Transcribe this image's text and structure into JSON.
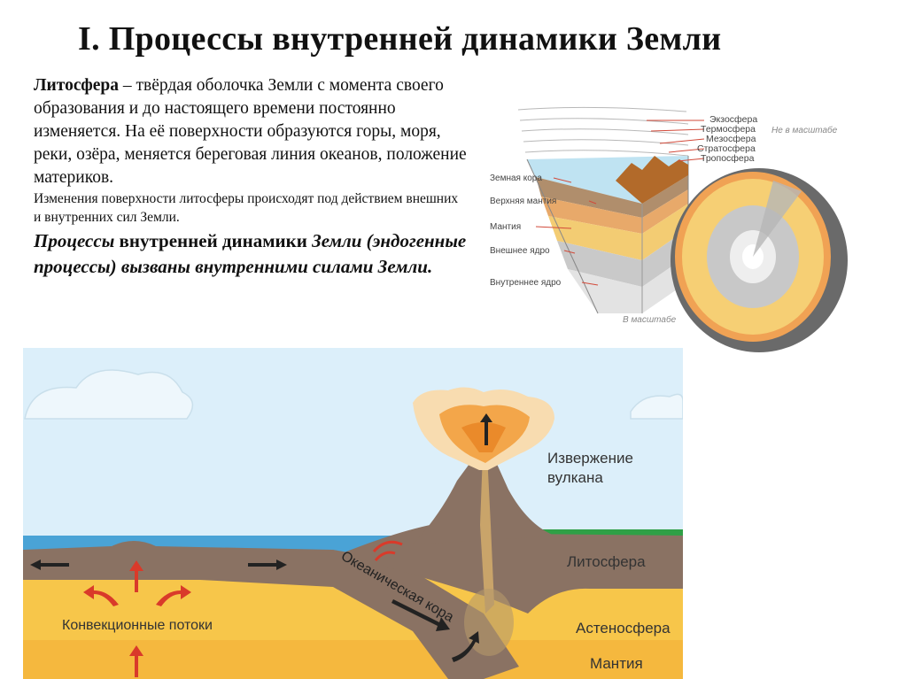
{
  "slide": {
    "title": "I. Процессы внутренней динамики Земли"
  },
  "text": {
    "para1_term": "Литосфера",
    "para1_rest": " – твёрдая оболочка Земли с момента своего образования и до настоящего времени постоянно изменяется. На её поверхности образуются горы, моря, реки, озёра, меняется береговая линия океанов, положение материков.",
    "para2": "Изменения поверхности литосферы происходят под действием внешних и внутренних сил Земли.",
    "para3_italic": "Процессы",
    "para3_bold": " внутренней динамики ",
    "para3_italic2": "Земли (эндогенные процессы) вызваны внутренними силами Земли."
  },
  "earth_diagram": {
    "atmosphere_labels": [
      "Экзосфера",
      "Термосфера",
      "Мезосфера",
      "Стратосфера",
      "Тропосфера"
    ],
    "not_to_scale": "Не в масштабе",
    "to_scale": "В масштабе",
    "layer_labels": [
      "Земная кора",
      "Верхняя мантия",
      "Мантия",
      "Внешнее ядро",
      "Внутреннее ядро"
    ]
  },
  "tectonic_diagram": {
    "eruption_label_line1": "Извержение",
    "eruption_label_line2": "вулкана",
    "lithosphere": "Литосфера",
    "oceanic_crust": "Океаническая кора",
    "convection": "Конвекционные потоки",
    "asthenosphere": "Астеносфера",
    "mantle": "Мантия"
  },
  "colors": {
    "sky": "#dceffa",
    "ocean": "#4aa3d6",
    "lithosphere": "#8a7263",
    "asthenosphere": "#f7c64a",
    "arrow_red": "#d93a2a",
    "earth_orange": "#f0a254"
  }
}
